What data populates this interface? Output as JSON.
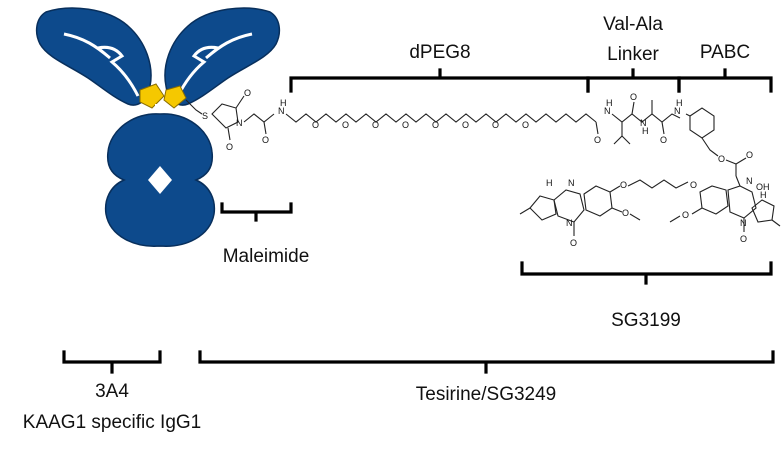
{
  "labels": {
    "dpeg8": "dPEG8",
    "val_ala": "Val-Ala",
    "linker": "Linker",
    "pabc": "PABC",
    "maleimide": "Maleimide",
    "sg3199": "SG3199",
    "antibody_line1": "3A4",
    "antibody_line2": "KAAG1 specific IgG1",
    "tesirine": "Tesirine/SG3249"
  },
  "atoms": {
    "S": "S",
    "N": "N",
    "O": "O",
    "H": "H",
    "OH": "OH"
  },
  "colors": {
    "antibody_blue": "#0d4a8c",
    "hinge_yellow": "#f5c800",
    "bracket": "#000000"
  }
}
